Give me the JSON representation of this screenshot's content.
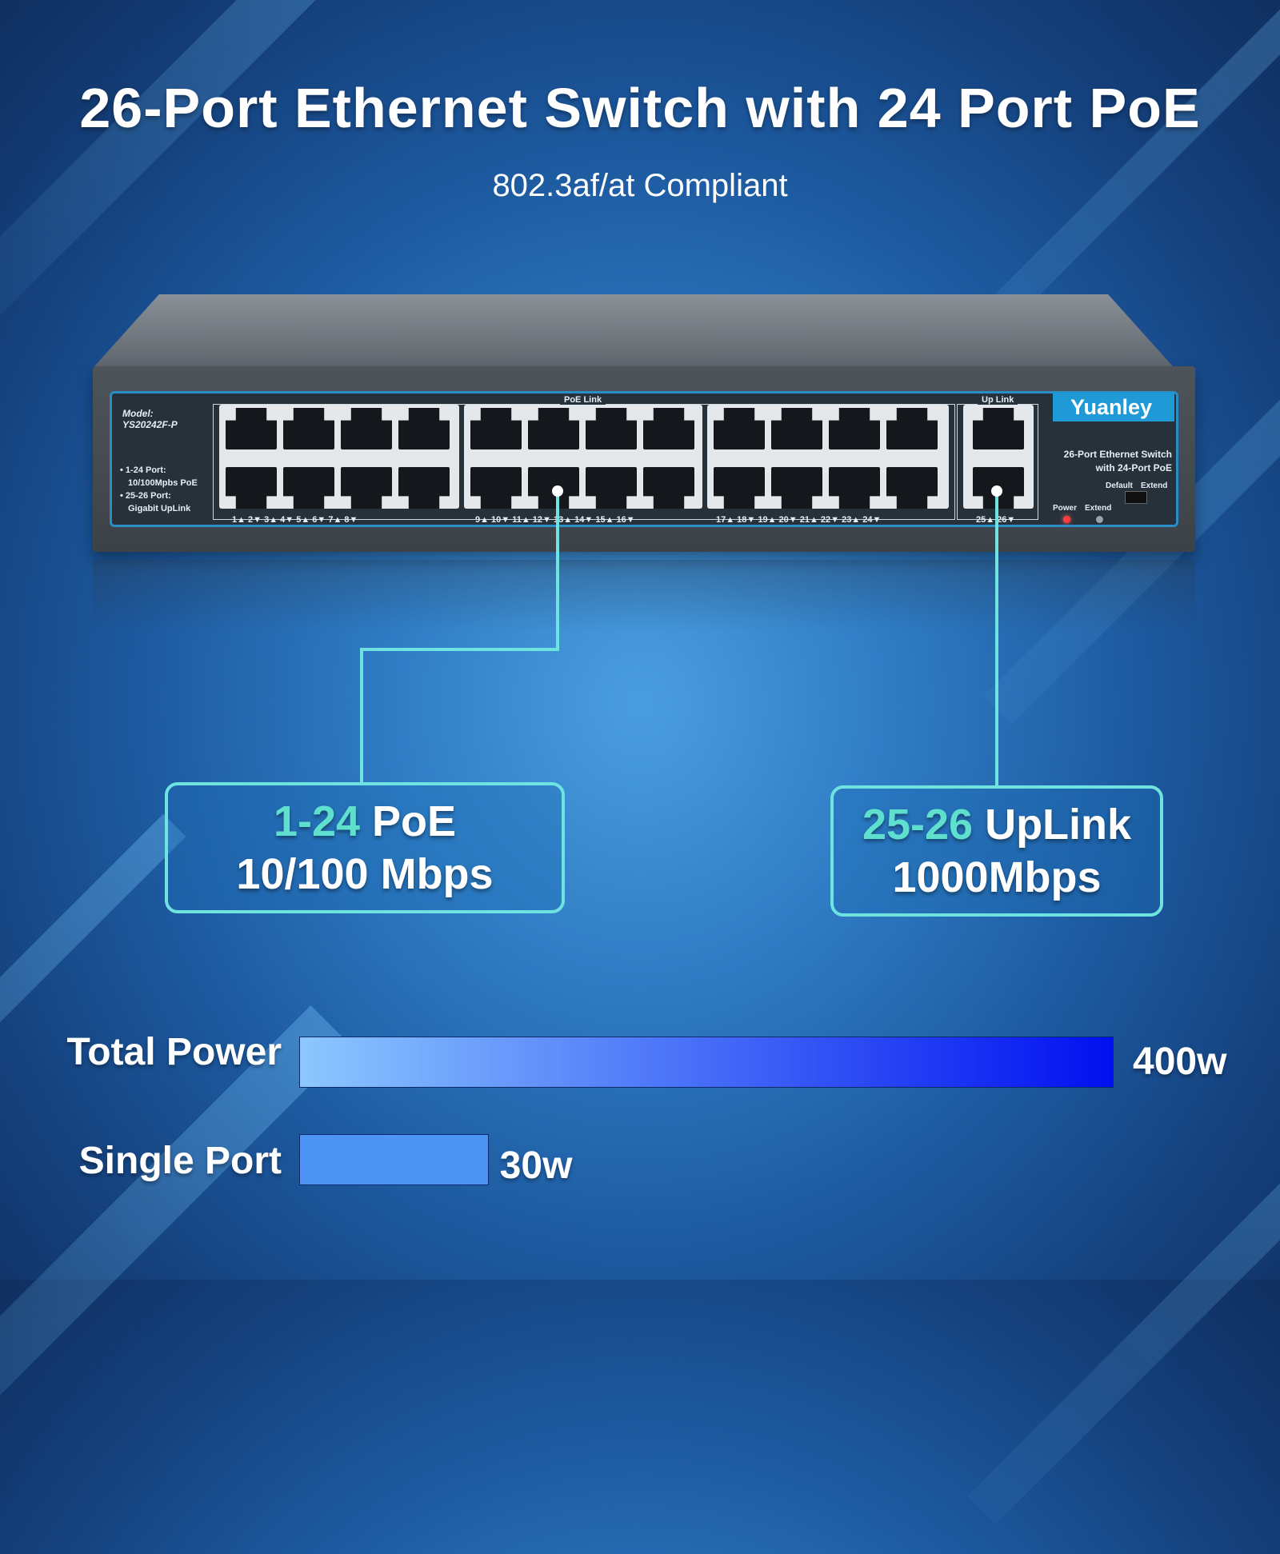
{
  "title": "26-Port Ethernet Switch with 24 Port PoE",
  "subtitle": "802.3af/at Compliant",
  "switch": {
    "model_label": "Model:",
    "model": "YS20242F-P",
    "features": [
      "1-24 Port:",
      "10/100Mpbs PoE",
      "25-26 Port:",
      "Gigabit UpLink"
    ],
    "poe_group_label": "PoE Link",
    "uplink_group_label": "Up Link",
    "port_numbers_a": "1▲ 2▼ 3▲ 4▼ 5▲ 6▼ 7▲ 8▼",
    "port_numbers_b": "9▲ 10▼ 11▲ 12▼ 13▲ 14▼ 15▲ 16▼",
    "port_numbers_c": "17▲ 18▼ 19▲ 20▼ 21▲ 22▼ 23▲ 24▼",
    "port_numbers_d": "25▲ 26▼",
    "brand": "Yuanley",
    "description_line1": "26-Port Ethernet Switch",
    "description_line2": "with 24-Port PoE",
    "switch_default": "Default",
    "switch_extend": "Extend",
    "led_power": "Power",
    "led_extend": "Extend"
  },
  "callouts": {
    "poe": {
      "highlight": "1-24",
      "line1_rest": " PoE",
      "line2": "10/100 Mbps"
    },
    "uplink": {
      "highlight": "25-26",
      "line1_rest": " UpLink",
      "line2": "1000Mbps"
    }
  },
  "power": {
    "total_label": "Total Power",
    "total_value": "400w",
    "single_label": "Single Port",
    "single_value": "30w",
    "total_watts": 400,
    "single_watts": 30
  },
  "colors": {
    "accent_line": "#6fe3e0",
    "highlight_text": "#5fe0cf",
    "total_bar_start": "#8cc8ff",
    "total_bar_end": "#0010f0",
    "single_bar": "#4d94f5"
  }
}
